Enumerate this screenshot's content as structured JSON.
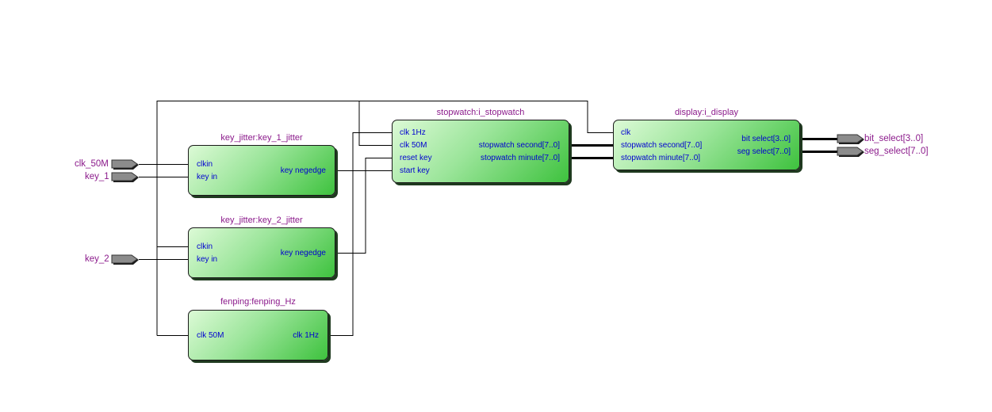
{
  "colors": {
    "wire": "#000000",
    "block_light": "#dcfad6",
    "block_dark": "#3ec23e",
    "port_text": "#0000d0",
    "title_text": "#8b1a8b",
    "pin_fill": "#8c8c8c"
  },
  "inputs": [
    {
      "name": "clk_50M"
    },
    {
      "name": "key_1"
    },
    {
      "name": "key_2"
    }
  ],
  "outputs": [
    {
      "name": "bit_select[3..0]"
    },
    {
      "name": "seg_select[7..0]"
    }
  ],
  "blocks": {
    "key1": {
      "title": "key_jitter:key_1_jitter",
      "inputs": [
        "clkin",
        "key_in"
      ],
      "outputs": [
        "key_negedge"
      ]
    },
    "key2": {
      "title": "key_jitter:key_2_jitter",
      "inputs": [
        "clkin",
        "key_in"
      ],
      "outputs": [
        "key_negedge"
      ]
    },
    "fenping": {
      "title": "fenping:fenping_Hz",
      "inputs": [
        "clk_50M"
      ],
      "outputs": [
        "clk_1Hz"
      ]
    },
    "stopwatch": {
      "title": "stopwatch:i_stopwatch",
      "inputs": [
        "clk_1Hz",
        "clk_50M",
        "reset_key",
        "start_key"
      ],
      "outputs": [
        "stopwatch_second[7..0]",
        "stopwatch_minute[7..0]"
      ]
    },
    "display": {
      "title": "display:i_display",
      "inputs": [
        "clk",
        "stopwatch_second[7..0]",
        "stopwatch_minute[7..0]"
      ],
      "outputs": [
        "bit_select[3..0]",
        "seg_select[7..0]"
      ]
    }
  }
}
